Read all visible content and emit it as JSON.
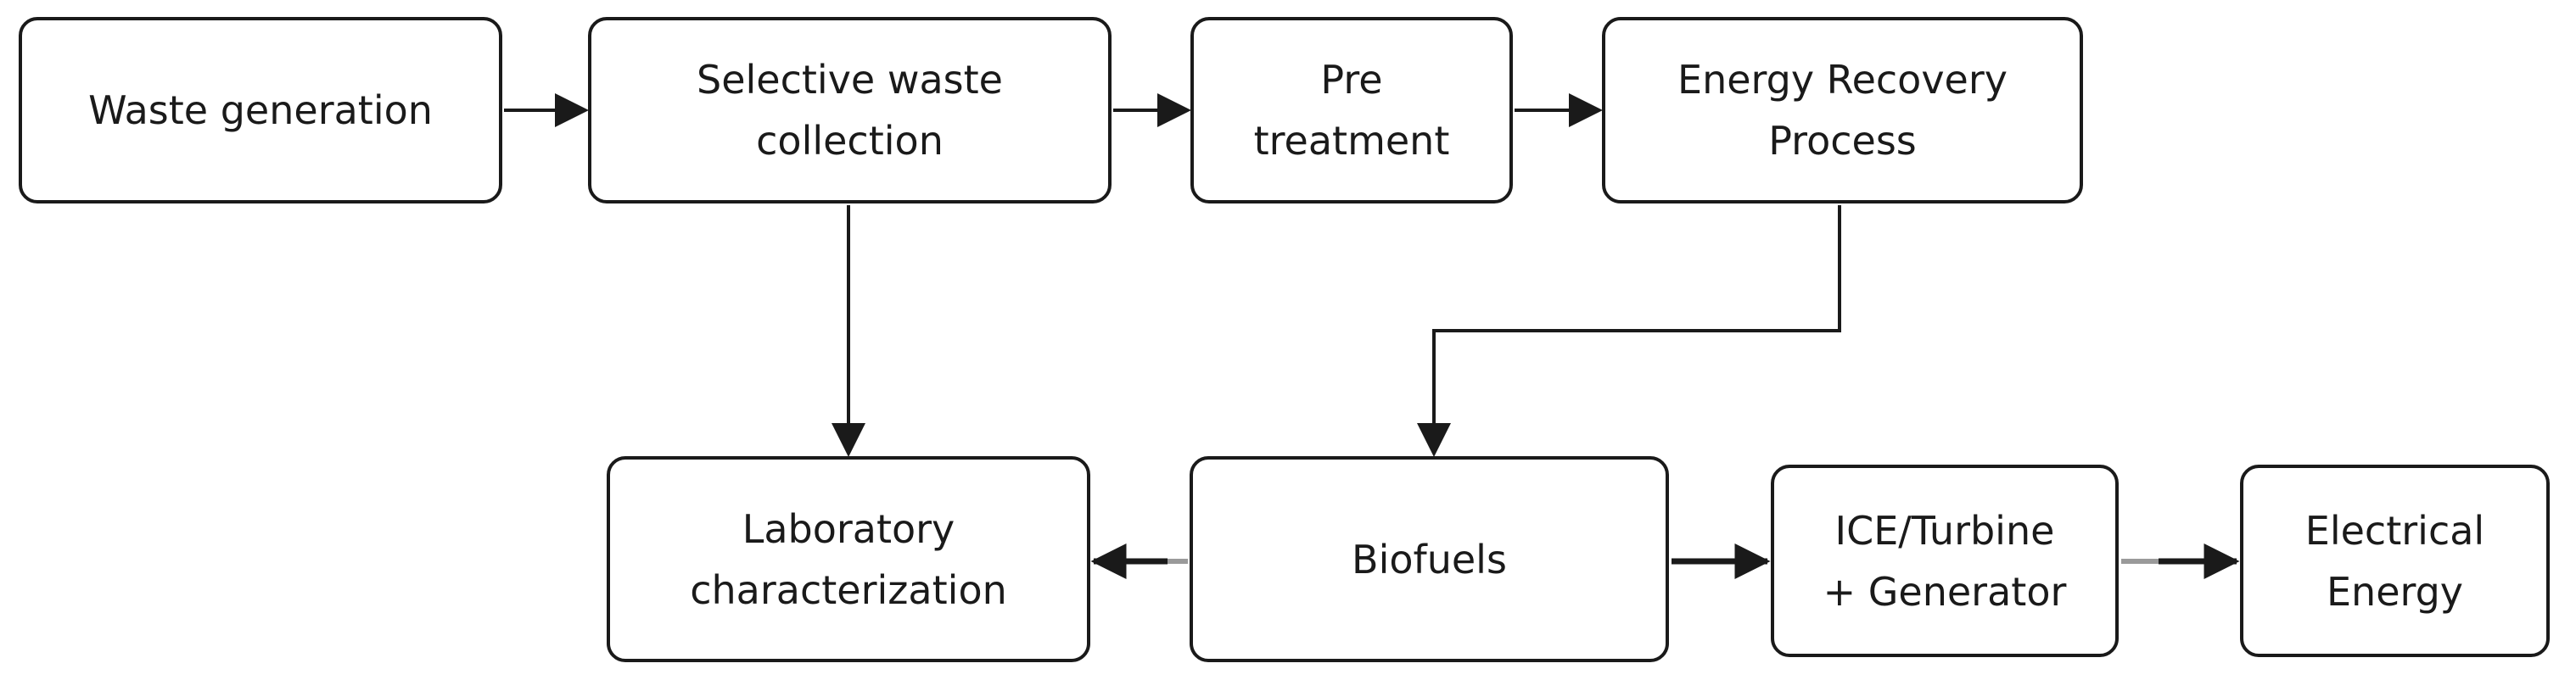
{
  "boxes": {
    "waste_generation": {
      "line1": "Waste generation"
    },
    "selective_waste_collection": {
      "line1": "Selective waste",
      "line2": "collection"
    },
    "pre_treatment": {
      "line1": "Pre",
      "line2": "treatment"
    },
    "energy_recovery_process": {
      "line1": "Energy Recovery",
      "line2": "Process"
    },
    "laboratory_characterization": {
      "line1": "Laboratory",
      "line2": "characterization"
    },
    "biofuels": {
      "line1": "Biofuels"
    },
    "ice_turbine_generator": {
      "line1": "ICE/Turbine",
      "line2": "+ Generator"
    },
    "electrical_energy": {
      "line1": "Electrical",
      "line2": "Energy"
    }
  },
  "colors": {
    "stroke": "#1a1a1a",
    "faded_connector": "#9a9a9a",
    "background": "#ffffff"
  }
}
